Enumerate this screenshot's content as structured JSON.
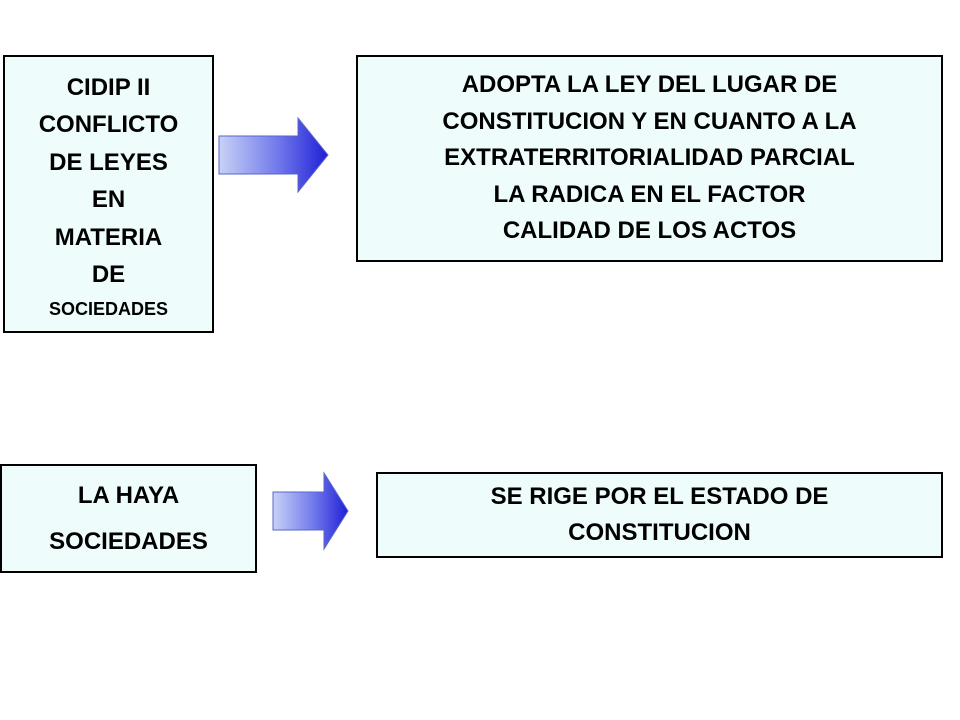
{
  "left_top_box": {
    "lines": [
      "CIDIP II",
      "CONFLICTO",
      "DE LEYES",
      "EN",
      "MATERIA",
      "DE"
    ],
    "last_line": "SOCIEDADES"
  },
  "right_top_box": {
    "lines": [
      "ADOPTA LA LEY DEL LUGAR DE",
      "CONSTITUCION Y EN CUANTO A LA",
      "EXTRATERRITORIALIDAD PARCIAL",
      "LA RADICA EN EL FACTOR",
      "CALIDAD DE LOS ACTOS"
    ]
  },
  "left_bottom_box": {
    "lines": [
      "LA HAYA",
      "SOCIEDADES"
    ]
  },
  "right_bottom_box": {
    "lines": [
      "SE RIGE POR EL ESTADO DE",
      "CONSTITUCION"
    ]
  },
  "colors": {
    "box_fill": "#eefcfc",
    "box_border": "#000000",
    "arrow_light": "#c8d2f6",
    "arrow_dark": "#1f1fd6"
  },
  "arrow_icon": "right-arrow-icon"
}
